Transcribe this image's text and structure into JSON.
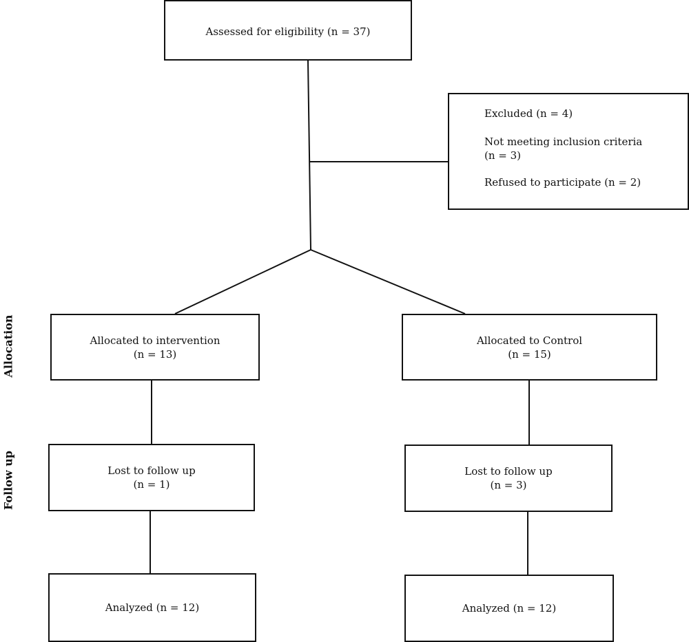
{
  "diagram": {
    "assessed": {
      "label": "Assessed for eligibility (n = 37)"
    },
    "excluded": {
      "title": "Excluded (n = 4)",
      "not_meeting_line1": "Not meeting inclusion criteria",
      "not_meeting_line2": "(n = 3)",
      "refused": "Refused to participate (n = 2)"
    },
    "stages": {
      "allocation": "Allocation",
      "follow_up": "Follow up"
    },
    "intervention": {
      "allocated_label": "Allocated to intervention",
      "allocated_n": "(n = 13)",
      "lost_label": "Lost to follow up",
      "lost_n": "(n = 1)",
      "analyzed_label": "Analyzed (n = 12)"
    },
    "control": {
      "allocated_label": "Allocated to Control",
      "allocated_n": "(n = 15)",
      "lost_label": "Lost to follow up",
      "lost_n": "(n = 3)",
      "analyzed_label": "Analyzed (n = 12)"
    }
  }
}
